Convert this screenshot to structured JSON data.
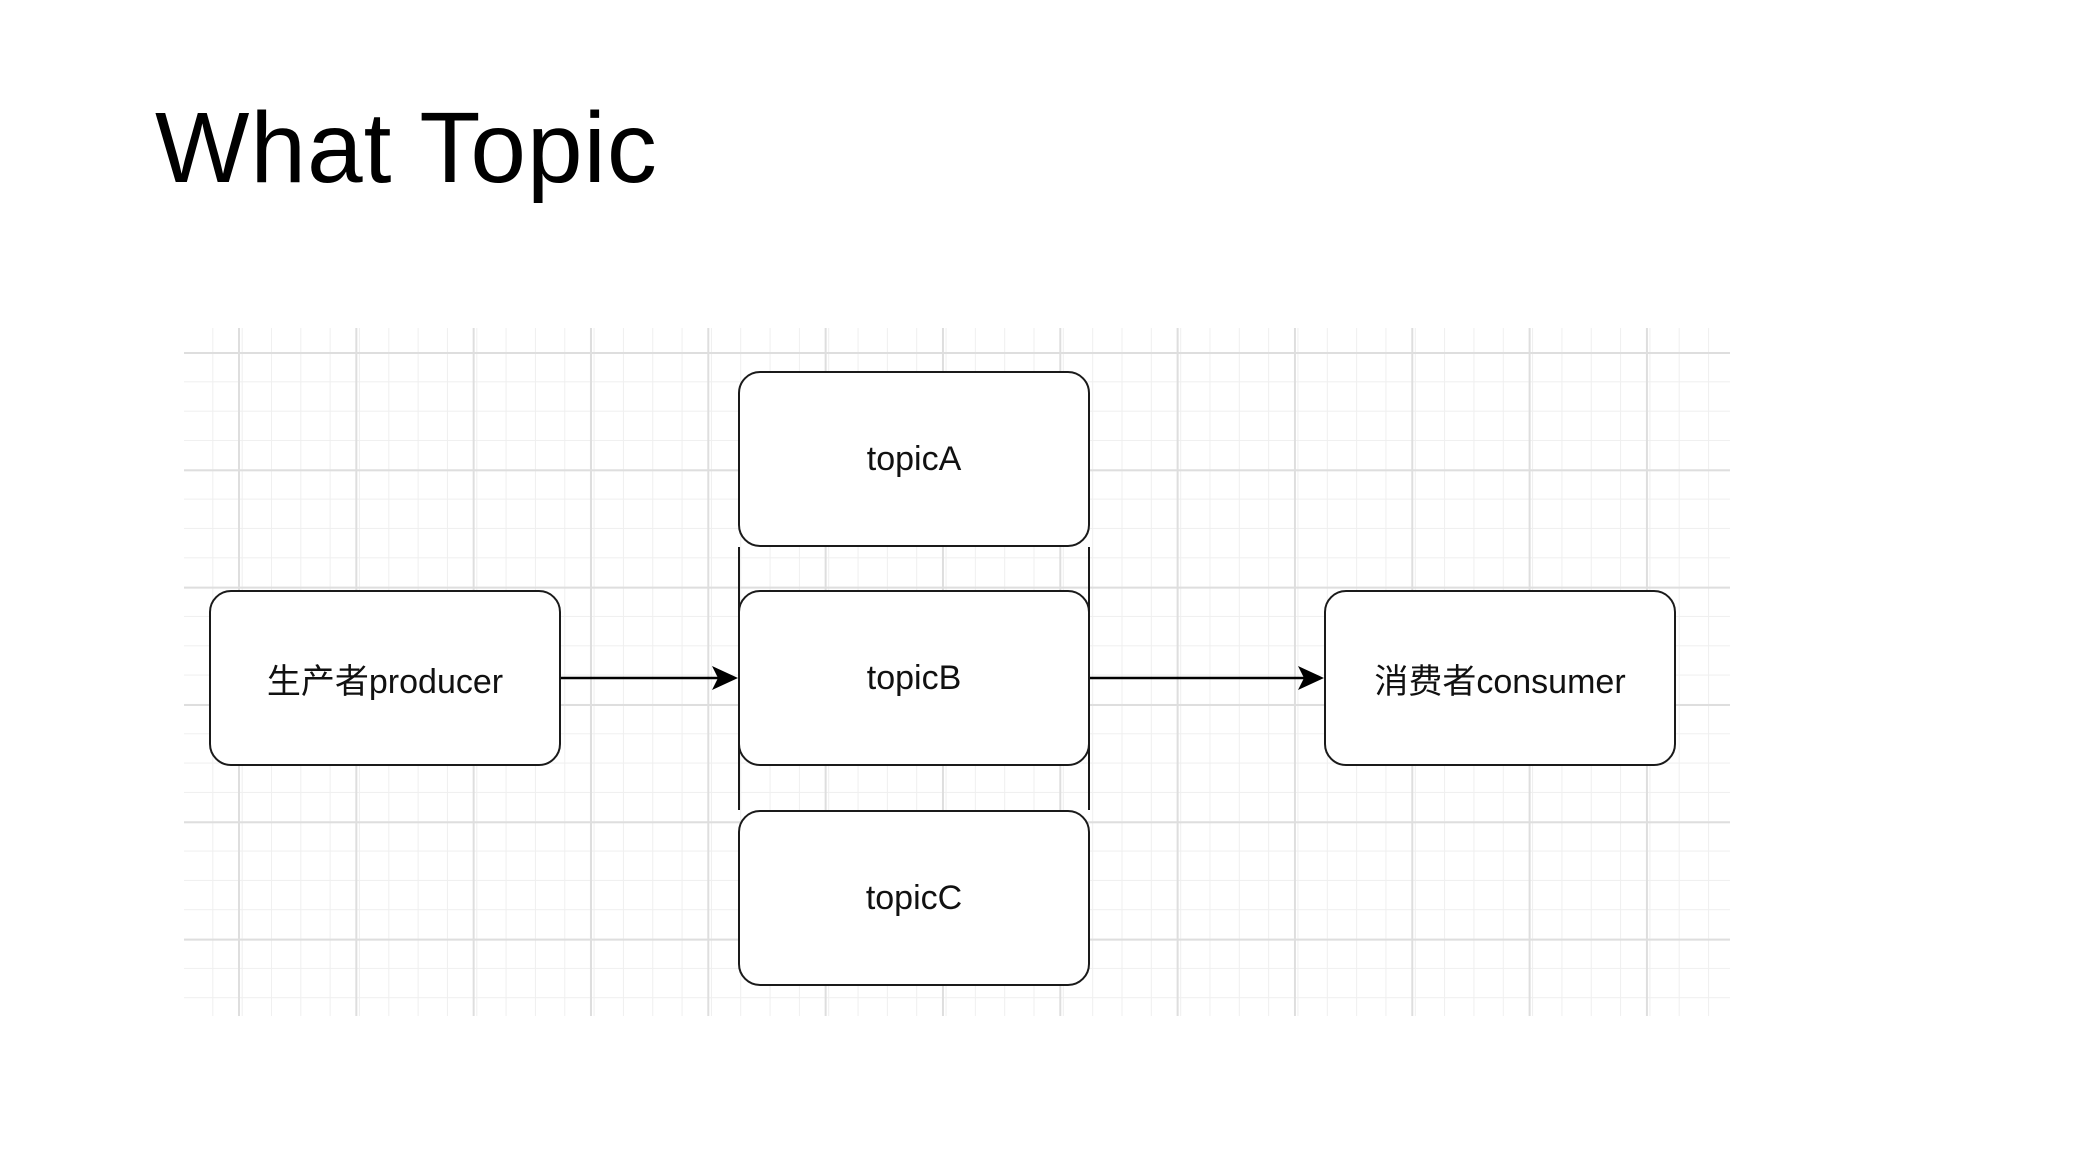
{
  "slide": {
    "title": "What Topic"
  },
  "diagram": {
    "nodes": {
      "producer": {
        "label": "生产者producer"
      },
      "topic_a": {
        "label": "topicA"
      },
      "topic_b": {
        "label": "topicB"
      },
      "topic_c": {
        "label": "topicC"
      },
      "consumer": {
        "label": "消费者consumer"
      }
    },
    "edges": [
      {
        "from": "producer",
        "to": "topic_b"
      },
      {
        "from": "topic_b",
        "to": "consumer"
      }
    ],
    "colors": {
      "stroke": "#1a1a1a",
      "grid": "#dedede",
      "background": "#ffffff"
    }
  }
}
